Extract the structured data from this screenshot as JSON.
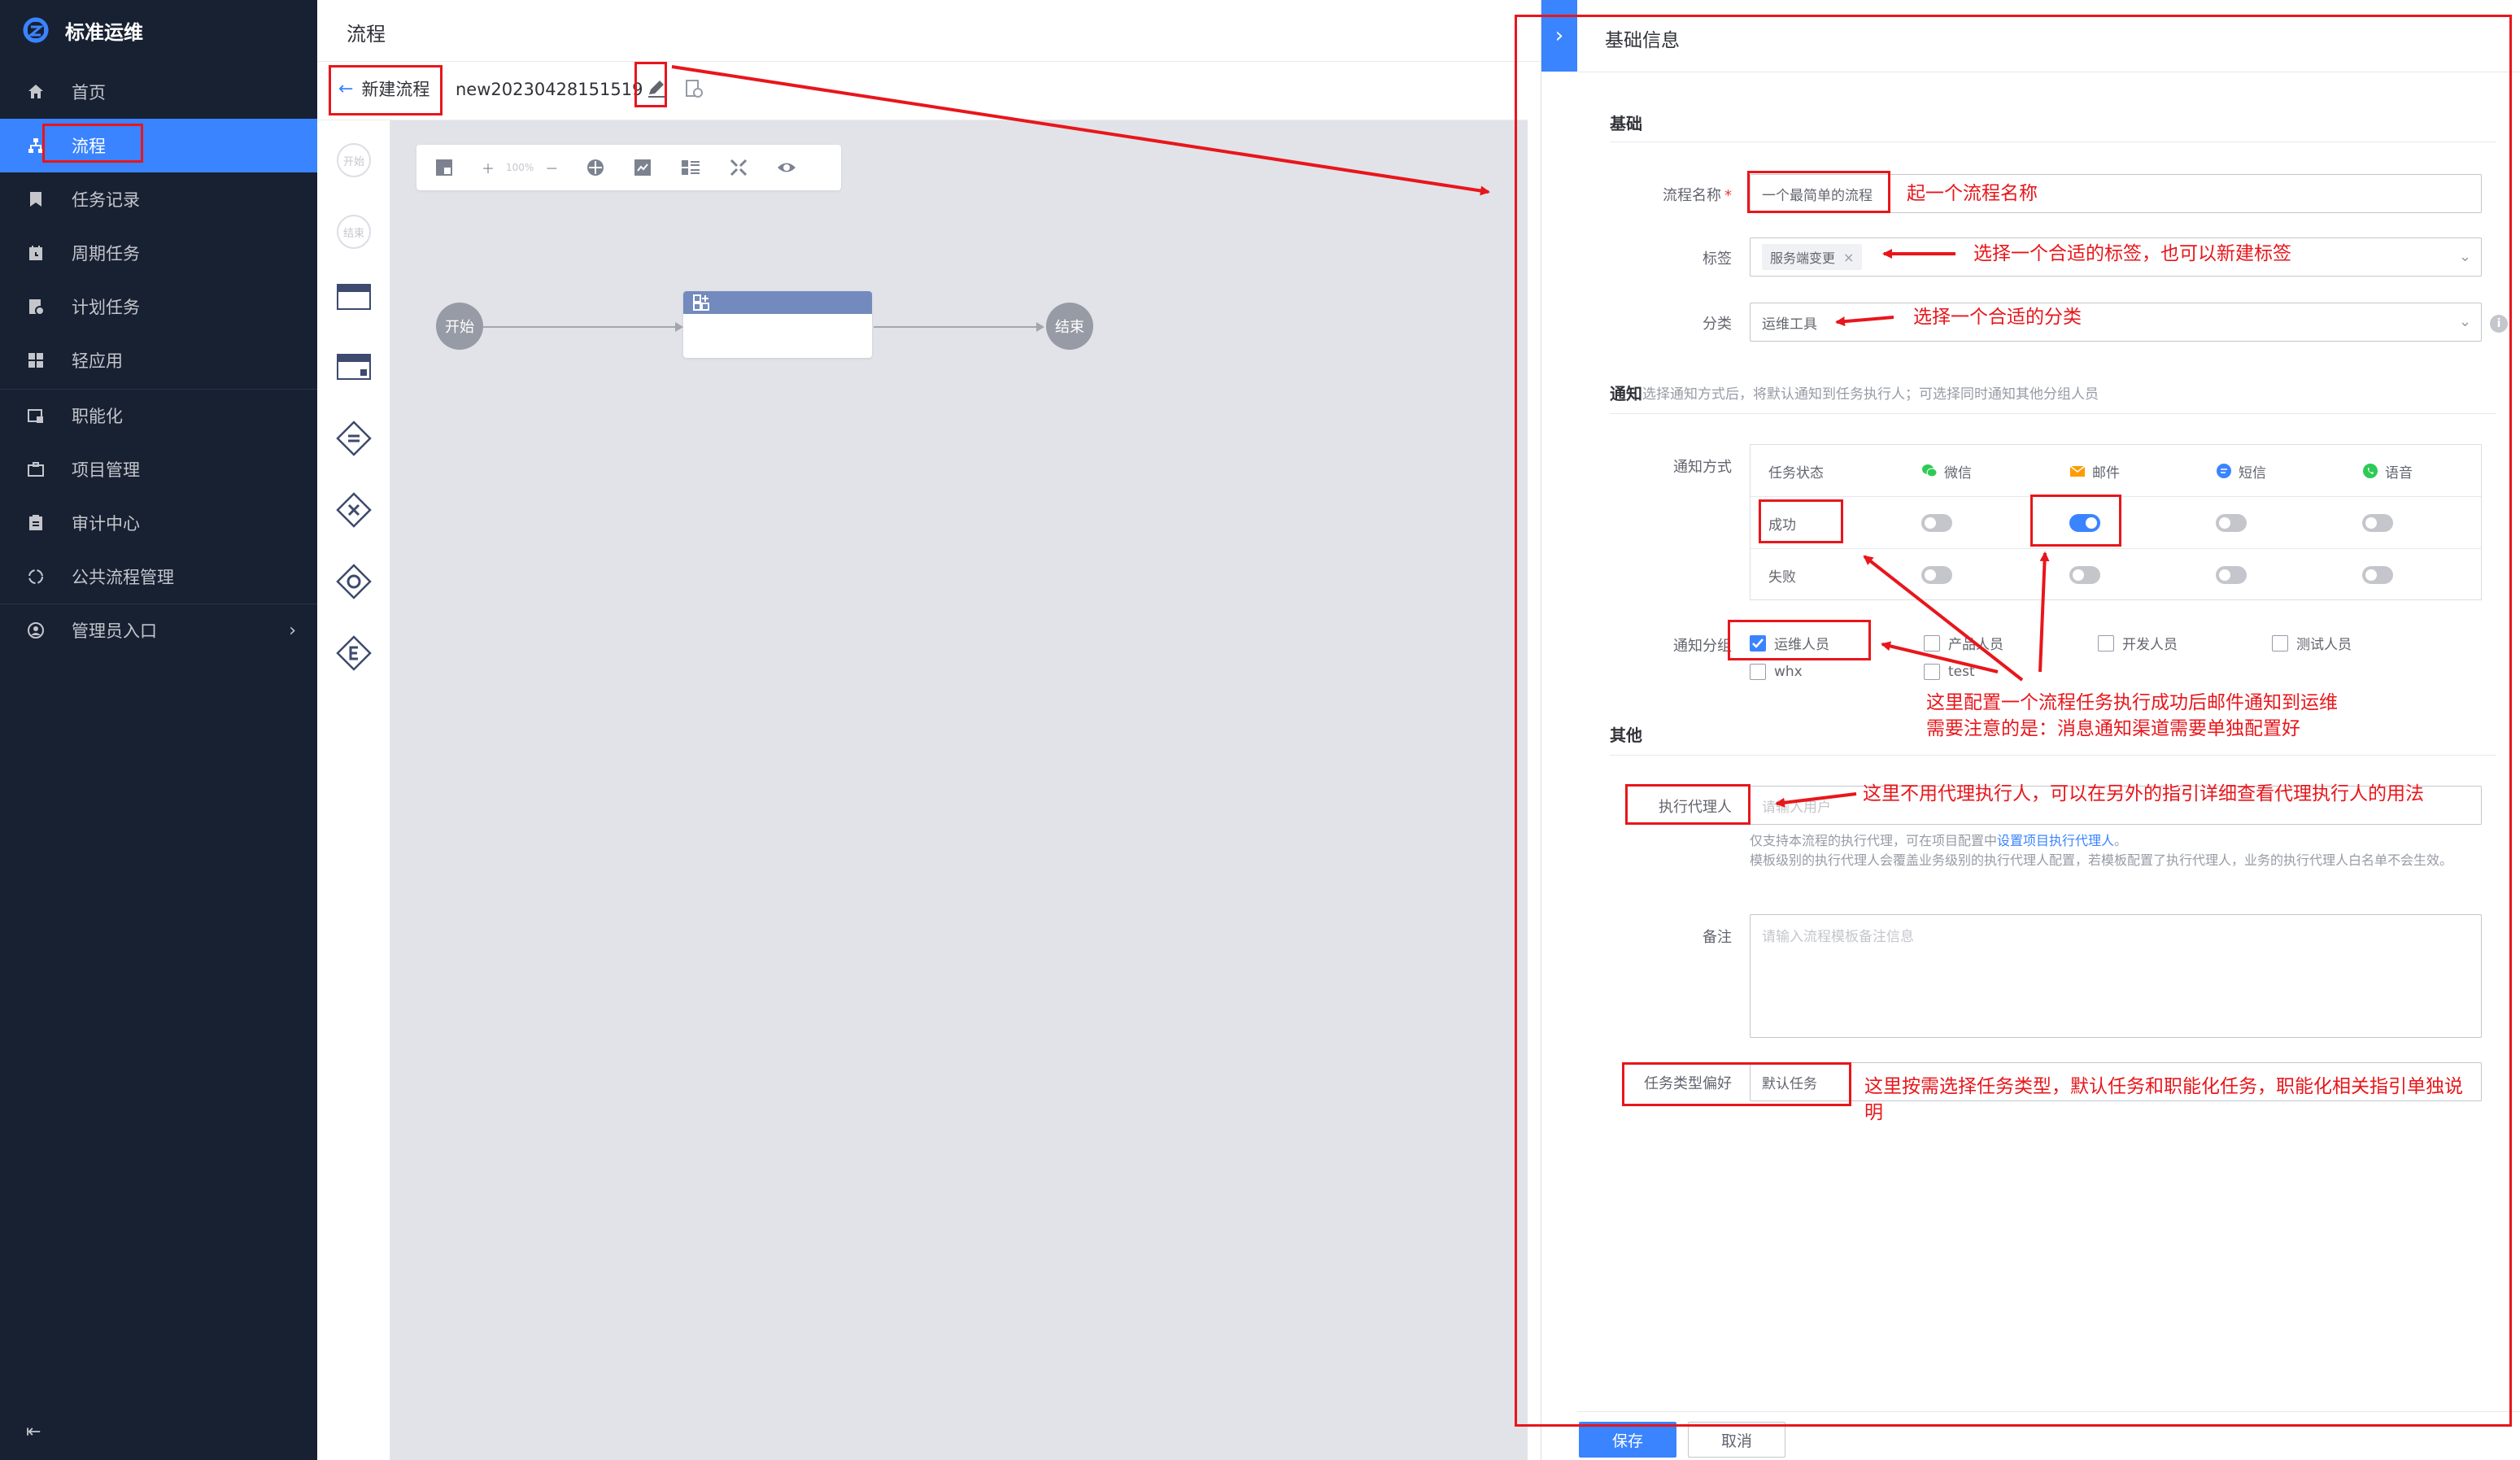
{
  "sidebar": {
    "brand": "标准运维",
    "items": [
      {
        "label": "首页",
        "icon": "home-icon"
      },
      {
        "label": "流程",
        "icon": "flow-icon",
        "active": true
      },
      {
        "label": "任务记录",
        "icon": "task-record-icon"
      },
      {
        "label": "周期任务",
        "icon": "periodic-task-icon"
      },
      {
        "label": "计划任务",
        "icon": "plan-task-icon"
      },
      {
        "label": "轻应用",
        "icon": "light-app-icon"
      },
      {
        "label": "职能化",
        "icon": "function-icon"
      },
      {
        "label": "项目管理",
        "icon": "project-icon"
      },
      {
        "label": "审计中心",
        "icon": "audit-icon"
      },
      {
        "label": "公共流程管理",
        "icon": "common-flow-icon"
      },
      {
        "label": "管理员入口",
        "icon": "admin-icon"
      }
    ]
  },
  "header": {
    "title": "流程"
  },
  "subbar": {
    "back_label": "新建流程",
    "flow_name": "new20230428151519"
  },
  "palette": {
    "start": "开始",
    "end": "结束"
  },
  "canvas": {
    "zoom": "100%",
    "start_node": "开始",
    "end_node": "结束"
  },
  "panel": {
    "title": "基础信息",
    "basic": {
      "section": "基础",
      "name_label": "流程名称",
      "name_value": "一个最简单的流程",
      "tag_label": "标签",
      "tag_value": "服务端变更",
      "category_label": "分类",
      "category_value": "运维工具"
    },
    "notify": {
      "section": "通知",
      "desc": "选择通知方式后，将默认通知到任务执行人；可选择同时通知其他分组人员",
      "method_label": "通知方式",
      "columns": [
        "任务状态",
        "微信",
        "邮件",
        "短信",
        "语音"
      ],
      "rows": [
        {
          "status": "成功",
          "switches": [
            false,
            true,
            false,
            false
          ]
        },
        {
          "status": "失败",
          "switches": [
            false,
            false,
            false,
            false
          ]
        }
      ],
      "group_label": "通知分组",
      "groups": [
        {
          "label": "运维人员",
          "checked": true
        },
        {
          "label": "产品人员",
          "checked": false
        },
        {
          "label": "开发人员",
          "checked": false
        },
        {
          "label": "测试人员",
          "checked": false
        },
        {
          "label": "whx",
          "checked": false
        },
        {
          "label": "test",
          "checked": false
        }
      ]
    },
    "other": {
      "section": "其他",
      "proxy_label": "执行代理人",
      "proxy_placeholder": "请输入用户",
      "hint_prefix": "仅支持本流程的执行代理，可在项目配置中",
      "hint_link": "设置项目执行代理人",
      "hint_suffix": "。",
      "hint_line2": "模板级别的执行代理人会覆盖业务级别的执行代理人配置，若模板配置了执行代理人，业务的执行代理人白名单不会生效。",
      "remark_label": "备注",
      "remark_placeholder": "请输入流程模板备注信息",
      "tasktype_label": "任务类型偏好",
      "tasktype_value": "默认任务"
    },
    "save": "保存",
    "cancel": "取消"
  },
  "annotations": {
    "name": "起一个流程名称",
    "tag": "选择一个合适的标签，也可以新建标签",
    "category": "选择一个合适的分类",
    "notify_line1": "这里配置一个流程任务执行成功后邮件通知到运维",
    "notify_line2": "需要注意的是：消息通知渠道需要单独配置好",
    "proxy": "这里不用代理执行人，可以在另外的指引详细查看代理执行人的用法",
    "tasktype_line1": "这里按需选择任务类型，默认任务和职能化任务，职能化相关指引单独说",
    "tasktype_line2": "明"
  },
  "colors": {
    "sidebar_bg": "#182132",
    "primary": "#3a84ff",
    "annotation": "#e8161b"
  }
}
